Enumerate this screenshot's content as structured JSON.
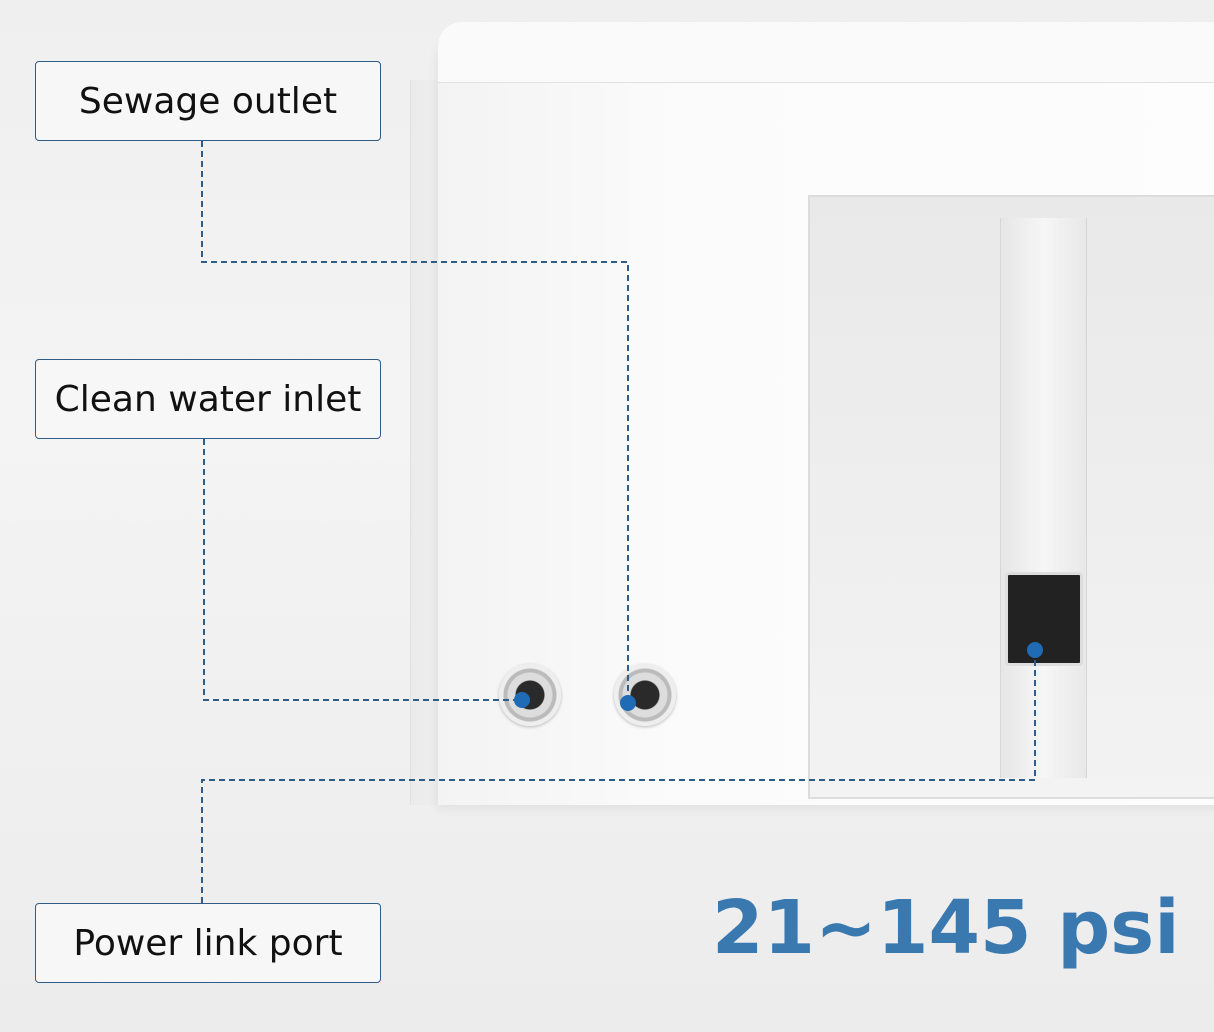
{
  "callouts": [
    {
      "label": "Sewage outlet"
    },
    {
      "label": "Clean water inlet"
    },
    {
      "label": "Power link port"
    }
  ],
  "pressure_range": "21~145 psi",
  "colors": {
    "callout_line": "#2e5d8a",
    "pressure_text": "#3a78b0"
  }
}
